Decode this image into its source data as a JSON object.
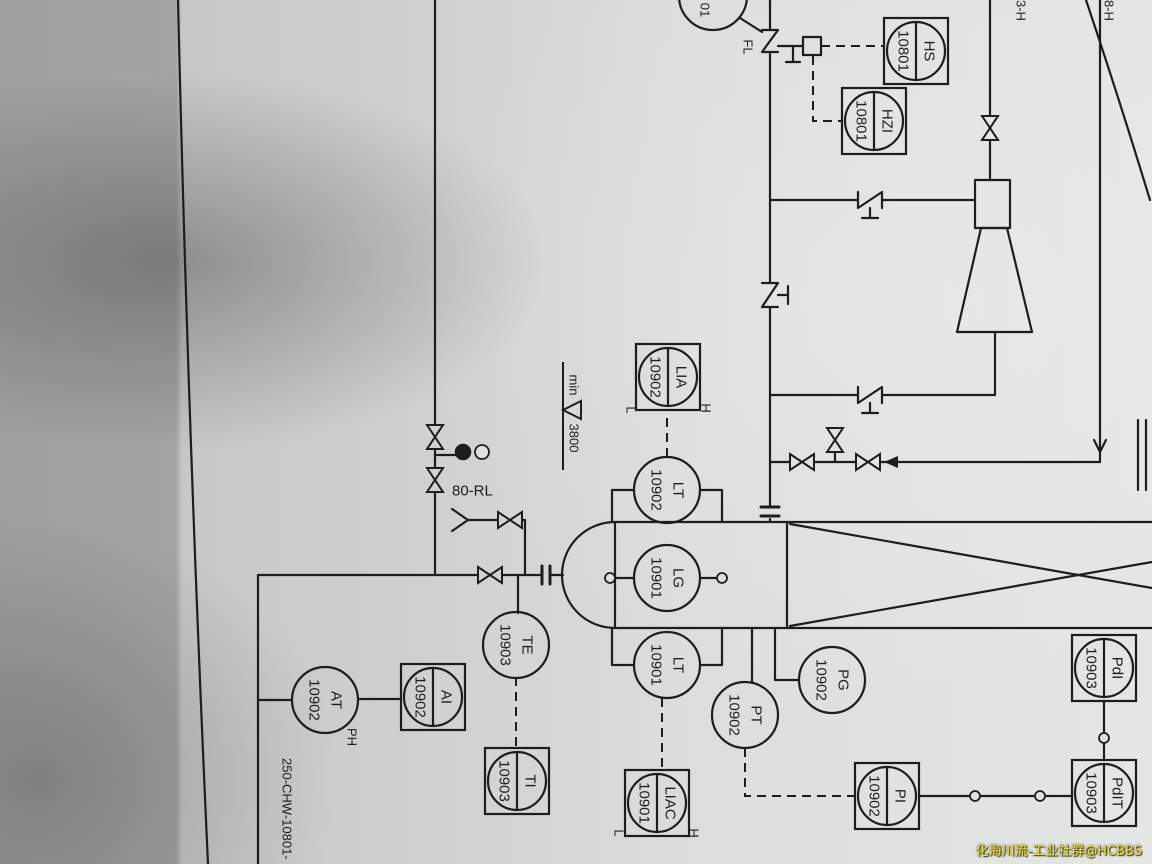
{
  "diagram": {
    "instruments": {
      "lia_10902": {
        "func": "LIA",
        "tag": "10902",
        "high": "H",
        "low": "L"
      },
      "lt_10902": {
        "func": "LT",
        "tag": "10902"
      },
      "lg_10901": {
        "func": "LG",
        "tag": "10901"
      },
      "lt_10901": {
        "func": "LT",
        "tag": "10901"
      },
      "liac_10901": {
        "func": "LIAC",
        "tag": "10901",
        "high": "H",
        "low": "L"
      },
      "te_10903": {
        "func": "TE",
        "tag": "10903"
      },
      "ti_10903": {
        "func": "TI",
        "tag": "10903"
      },
      "at_10902": {
        "func": "AT",
        "tag": "10902",
        "note": "PH"
      },
      "ai_10902": {
        "func": "AI",
        "tag": "10902"
      },
      "pg_10902": {
        "func": "PG",
        "tag": "10902"
      },
      "pt_10902": {
        "func": "PT",
        "tag": "10902"
      },
      "pi_10902": {
        "func": "PI",
        "tag": "10902"
      },
      "pdit_10903": {
        "func": "PdIT",
        "tag": "10903"
      },
      "pdi_10903": {
        "func": "PdI",
        "tag": "10903"
      },
      "hs_10801": {
        "func": "HS",
        "tag": "10801"
      },
      "hzi_10801": {
        "func": "HZI",
        "tag": "10801"
      },
      "partial_top": {
        "tag": "01"
      }
    },
    "labels": {
      "valve_fl": "FL",
      "line_80rl": "80-RL",
      "level_min": "min",
      "level_value": "3800",
      "line_250chw": "250-CHW-10801-",
      "line_top_a": "3-H",
      "line_top_b": "8-H"
    }
  },
  "watermark": "化海川流-工业社群@HCBBS",
  "colors": {
    "ink": "#1c1d1d",
    "watermark": "#f1e24c",
    "paper": "#dfe1df"
  }
}
